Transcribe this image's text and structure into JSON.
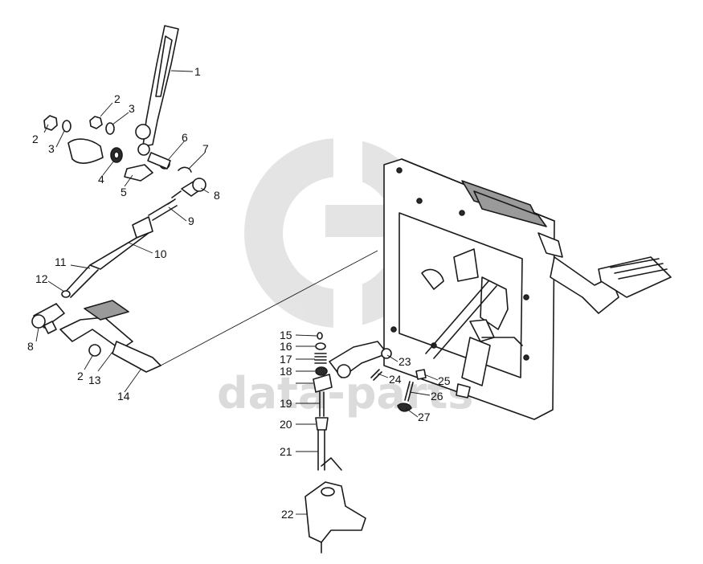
{
  "watermark": {
    "text": "data-parts",
    "color": "#cccccc"
  },
  "callouts": [
    "1",
    "2",
    "3",
    "4",
    "5",
    "6",
    "7",
    "8",
    "9",
    "10",
    "11",
    "12",
    "13",
    "14",
    "15",
    "16",
    "17",
    "18",
    "19",
    "20",
    "21",
    "22",
    "23",
    "24",
    "25",
    "26",
    "27"
  ],
  "extra_callouts": {
    "two_b": "2",
    "two_c": "2",
    "three_b": "3",
    "eight_b": "8"
  }
}
